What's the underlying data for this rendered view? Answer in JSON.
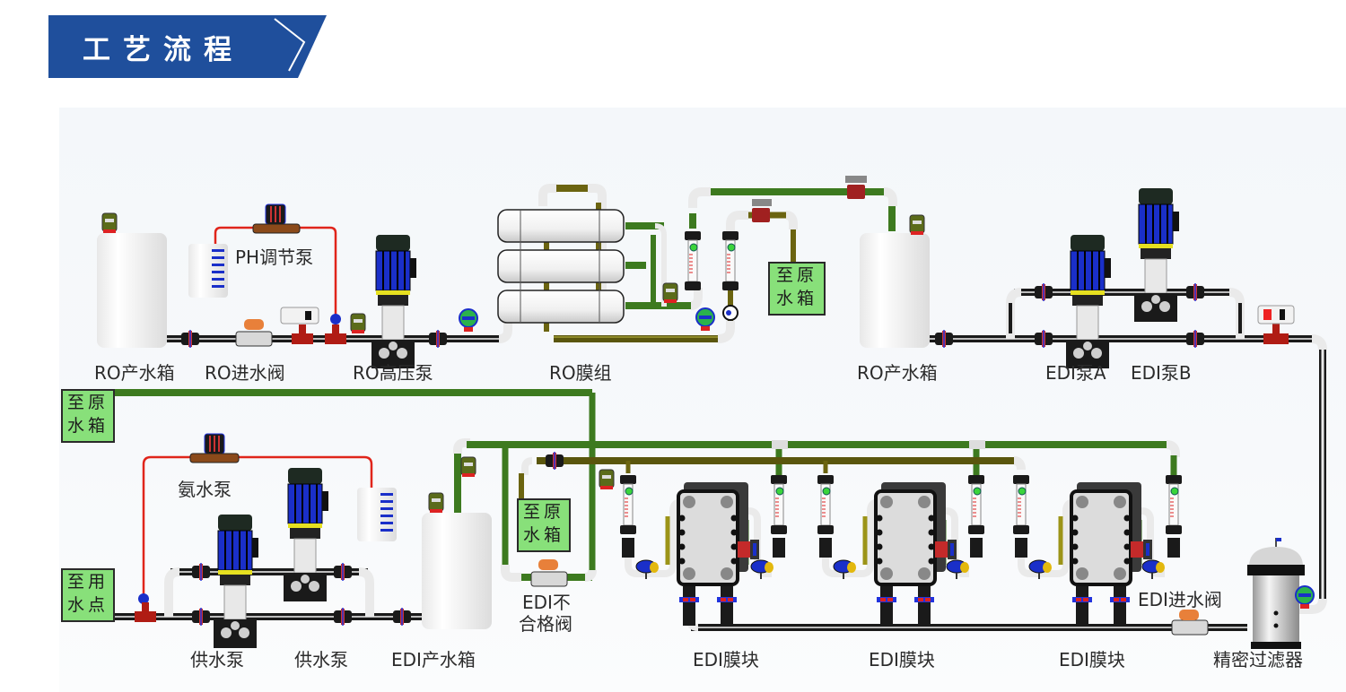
{
  "header": {
    "title": "工艺流程",
    "banner_color": "#1f4f9c"
  },
  "colors": {
    "pipe_black": "#1a1a1a",
    "pipe_green": "#3d7a1f",
    "pipe_olive": "#6b6410",
    "dosing_red": "#e0251b",
    "motor_blue": "#1a2fc9",
    "label_box_green": "#88e07a"
  },
  "labels": {
    "ro_product_tank_1": "RO产水箱",
    "ro_inlet_valve": "RO进水阀",
    "ro_high_pressure_pump": "RO高压泵",
    "ph_dosing_pump": "PH调节泵",
    "ro_membrane_group": "RO膜组",
    "ro_product_tank_2": "RO产水箱",
    "edi_pump_a": "EDI泵A",
    "edi_pump_b": "EDI泵B",
    "ammonia_pump": "氨水泵",
    "supply_pump_1": "供水泵",
    "supply_pump_2": "供水泵",
    "edi_product_tank": "EDI产水箱",
    "edi_reject_valve_line1": "EDI不",
    "edi_reject_valve_line2": "合格阀",
    "edi_module_1": "EDI膜块",
    "edi_module_2": "EDI膜块",
    "edi_module_3": "EDI膜块",
    "edi_inlet_valve": "EDI进水阀",
    "precision_filter": "精密过滤器"
  },
  "boxes": {
    "to_raw_tank_1": [
      "至原",
      "水箱"
    ],
    "to_raw_tank_2": [
      "至原",
      "水箱"
    ],
    "to_raw_tank_3": [
      "至原",
      "水箱"
    ],
    "to_use_point": [
      "至用",
      "水点"
    ]
  }
}
